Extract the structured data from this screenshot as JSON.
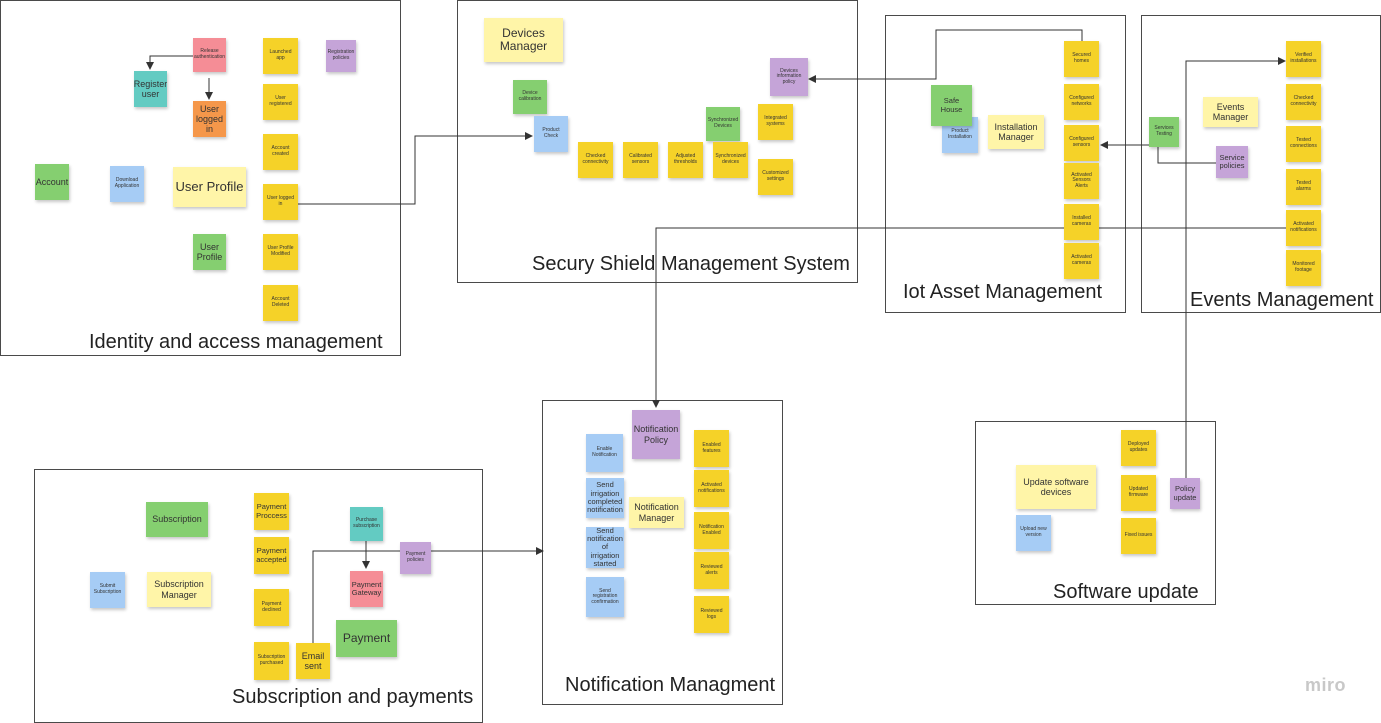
{
  "brand": "miro",
  "colors": {
    "yellow": "#f5d228",
    "blue": "#a6ccf5",
    "green": "#85cf70",
    "purple": "#c5a4d8",
    "teal": "#63cbc2",
    "orange": "#f5974a",
    "red": "#f58d96",
    "light_yellow": "#fff5a8"
  },
  "frames": {
    "identity": "Identity and access management",
    "secury": "Secury Shield Management System",
    "iot": "Iot Asset Management",
    "events": "Events Management",
    "notification": "Notification Managment",
    "subscription": "Subscription and payments",
    "software": "Software update"
  },
  "notes": {
    "identity": {
      "release_auth": "Release authentication",
      "register_user": "Register user",
      "user_logged_in_orange": "User logged in",
      "account": "Account",
      "download_app": "Download Application",
      "user_profile_big": "User Profile",
      "user_profile_green": "User Profile",
      "registration_policies": "Registration policies",
      "launched_app": "Launched app",
      "user_registered": "User registered",
      "account_created": "Account created",
      "user_logged_in_yellow": "User logged in",
      "user_profile_modified": "User Profile Modified",
      "account_deleted": "Account Deleted"
    },
    "secury": {
      "devices_manager": "Devices Manager",
      "device_calibration": "Device calibration",
      "product_check": "Product Check",
      "checked_connectivity": "Checked connectivity",
      "calibrated_sensors": "Calibrated sensors",
      "adjusted_thresholds": "Adjusted thresholds",
      "synchronized_devices_green": "Synchronized Devices",
      "synchronized_devices": "Synchronized devices",
      "integrated_systems": "Integrated systems",
      "customized_settings": "Customized settings",
      "devices_information_policy": "Devices information policy"
    },
    "iot": {
      "safe_house": "Safe House",
      "product_installation": "Product Installation",
      "installation_manager": "Installation Manager",
      "secured_homes": "Secured homes",
      "configured_networks": "Configured networks",
      "configured_sensors": "Configured sensors",
      "activated_sensors_alerts": "Activated Sensors Alerts",
      "installed_cameras": "Installed cameras",
      "activated_cameras": "Activated cameras"
    },
    "events": {
      "services_testing": "Services Testing",
      "events_manager": "Events Manager",
      "service_policies": "Service policies",
      "verified_installations": "Verified installations",
      "checked_connectivity": "Checked connectivity",
      "tested_connections": "Tested connections",
      "tested_alarms": "Tested alarms",
      "activated_notifications": "Activated notifications",
      "monitored_footage": "Monitored footage"
    },
    "notification": {
      "notification_policy": "Notification Policy",
      "enable_notification": "Enable Notification",
      "send_irrigation_completed": "Send irrigation completed notification",
      "notification_manager": "Notification Manager",
      "send_irrigation_started": "Send notification of irrigation started",
      "send_registration_confirmation": "Send registration confirmation",
      "enabled_features": "Enabled features",
      "activated_notifications": "Activated notifications",
      "notification_enabled": "Notification Enabled",
      "reviewed_alerts": "Reviewed alerts",
      "reviewed_logs": "Reviewed logs"
    },
    "subscription": {
      "subscription": "Subscription",
      "submit_subscription": "Submit Subscription",
      "subscription_manager": "Subscription Manager",
      "payment_process": "Payment Proccess",
      "payment_accepted": "Payment accepted",
      "payment_declined": "Payment declined",
      "subscription_purchased": "Subscription purchased",
      "email_sent": "Email sent",
      "purchase_subscription": "Purchase subscription",
      "payment_policies": "Payment policies",
      "payment_gateway": "Payment Gateway",
      "payment": "Payment"
    },
    "software": {
      "update_software_devices": "Update software devices",
      "upload_new_version": "Upload new version",
      "deployed_updates": "Deployed updates",
      "updated_firmware": "Updated firmware",
      "fixed_issues": "Fixed issues",
      "policy_update": "Policy update"
    }
  }
}
